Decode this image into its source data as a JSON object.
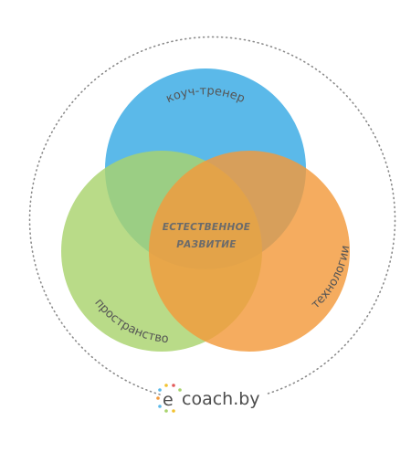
{
  "diagram": {
    "circles": {
      "top": {
        "label": "коуч-тренер",
        "color": "#5BB9E9"
      },
      "left": {
        "label": "пространство",
        "color": "#A9D36E"
      },
      "right": {
        "label": "технологии",
        "color": "#F39A3C"
      }
    },
    "center": {
      "line1": "ЕСТЕСТВЕННОЕ",
      "line2": "РАЗВИТИЕ"
    },
    "outer_ring_color": "#8a8a8a"
  },
  "logo": {
    "text": "coach.by",
    "letter": "e",
    "letter_color": "#555555",
    "dot_colors": [
      "#5BB9E9",
      "#A9D36E",
      "#F39A3C",
      "#F2C230",
      "#E25A5A"
    ]
  }
}
